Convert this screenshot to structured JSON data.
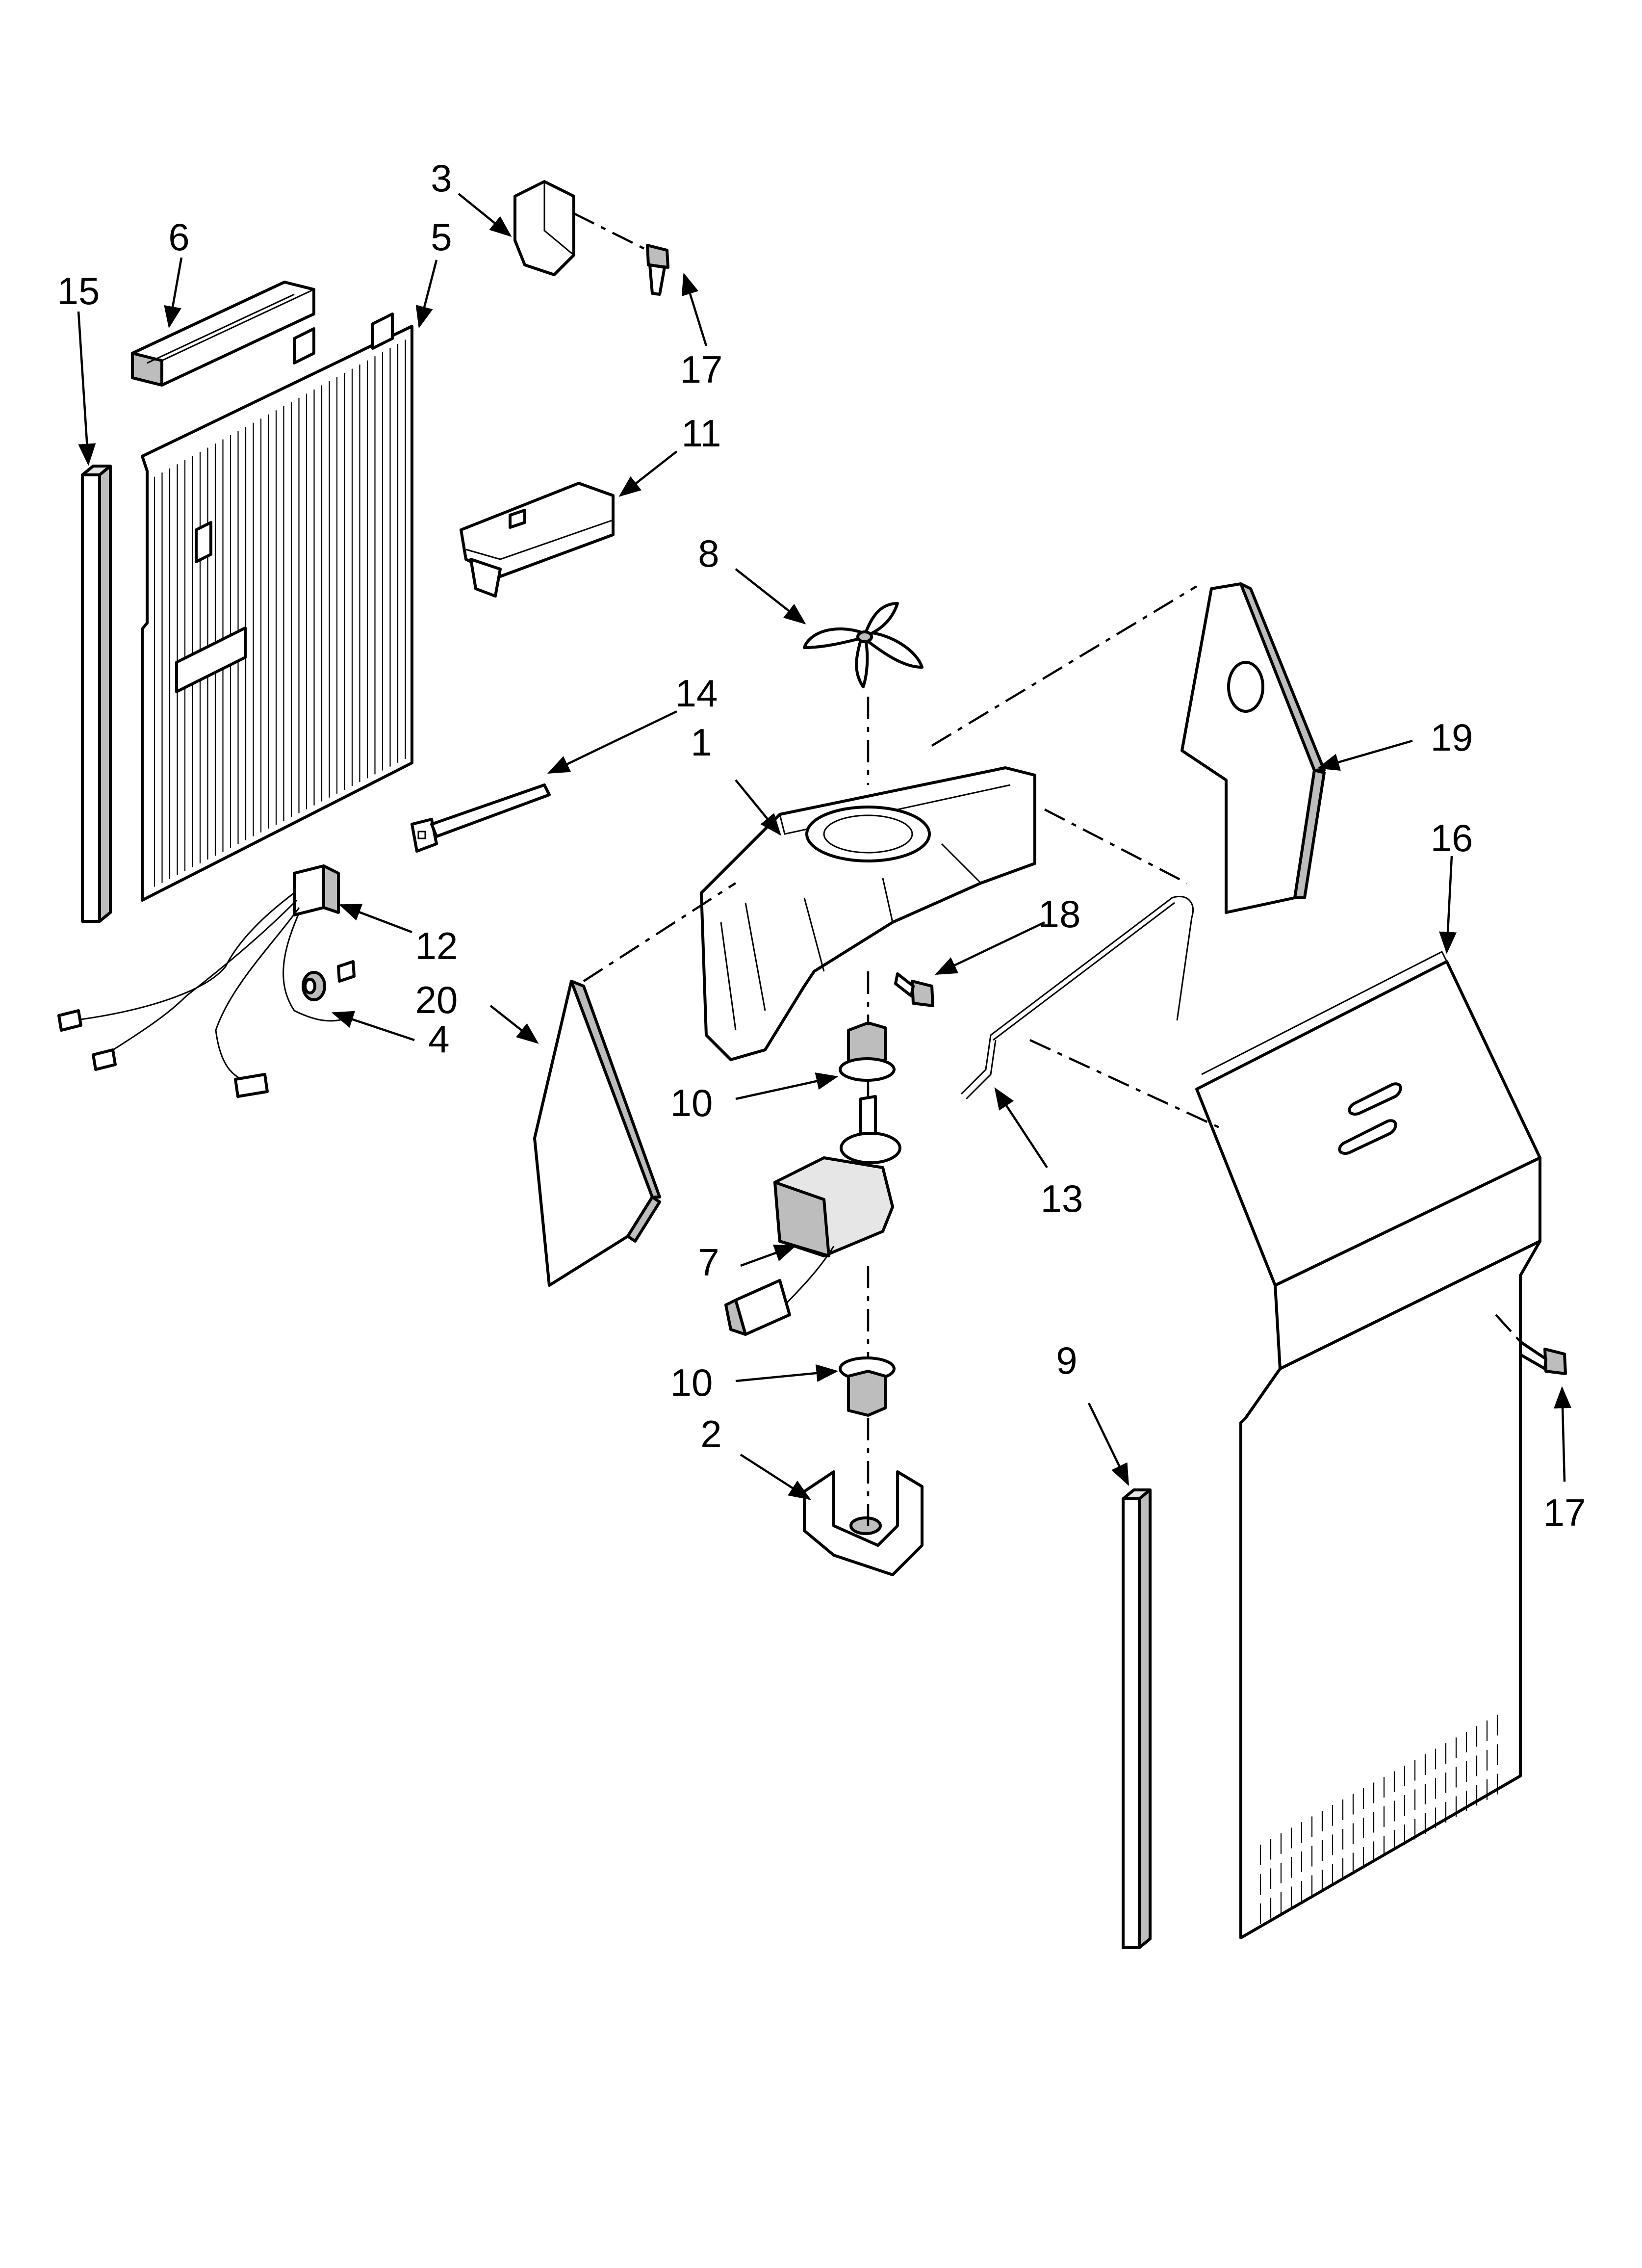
{
  "diagram": {
    "type": "exploded-parts-view",
    "callouts": [
      {
        "id": "c1",
        "label": "1"
      },
      {
        "id": "c2",
        "label": "2"
      },
      {
        "id": "c3",
        "label": "3"
      },
      {
        "id": "c4",
        "label": "4"
      },
      {
        "id": "c5",
        "label": "5"
      },
      {
        "id": "c6",
        "label": "6"
      },
      {
        "id": "c7",
        "label": "7"
      },
      {
        "id": "c8",
        "label": "8"
      },
      {
        "id": "c9",
        "label": "9"
      },
      {
        "id": "c10a",
        "label": "10"
      },
      {
        "id": "c10b",
        "label": "10"
      },
      {
        "id": "c11",
        "label": "11"
      },
      {
        "id": "c12",
        "label": "12"
      },
      {
        "id": "c13",
        "label": "13"
      },
      {
        "id": "c14",
        "label": "14"
      },
      {
        "id": "c15",
        "label": "15"
      },
      {
        "id": "c16",
        "label": "16"
      },
      {
        "id": "c17a",
        "label": "17"
      },
      {
        "id": "c17b",
        "label": "17"
      },
      {
        "id": "c18",
        "label": "18"
      },
      {
        "id": "c19",
        "label": "19"
      },
      {
        "id": "c20",
        "label": "20"
      }
    ]
  }
}
